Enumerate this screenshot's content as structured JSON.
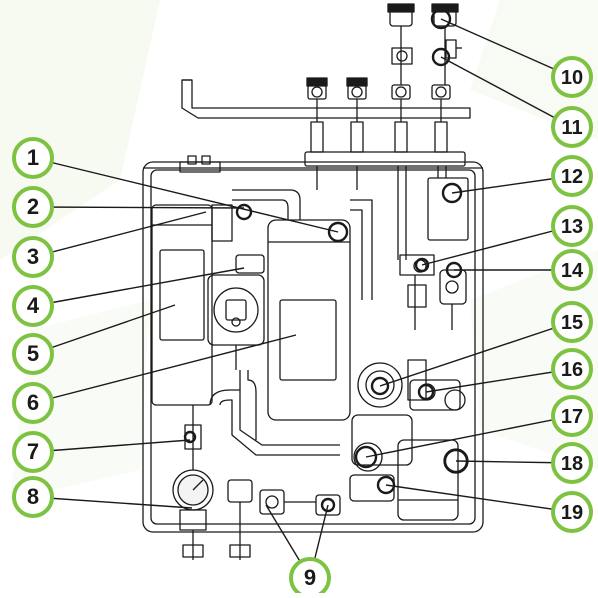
{
  "diagram": {
    "callouts": [
      {
        "number": "1"
      },
      {
        "number": "2"
      },
      {
        "number": "3"
      },
      {
        "number": "4"
      },
      {
        "number": "5"
      },
      {
        "number": "6"
      },
      {
        "number": "7"
      },
      {
        "number": "8"
      },
      {
        "number": "9"
      },
      {
        "number": "10"
      },
      {
        "number": "11"
      },
      {
        "number": "12"
      },
      {
        "number": "13"
      },
      {
        "number": "14"
      },
      {
        "number": "15"
      },
      {
        "number": "16"
      },
      {
        "number": "17"
      },
      {
        "number": "18"
      },
      {
        "number": "19"
      }
    ],
    "colors": {
      "callout_fill": "#ffffff",
      "callout_border": "#7ec242",
      "callout_text": "#1a1a1a",
      "line": "#1a1a1a",
      "background_accent": "#eef6e6",
      "gauge_fill": "#f4f4f4"
    }
  }
}
